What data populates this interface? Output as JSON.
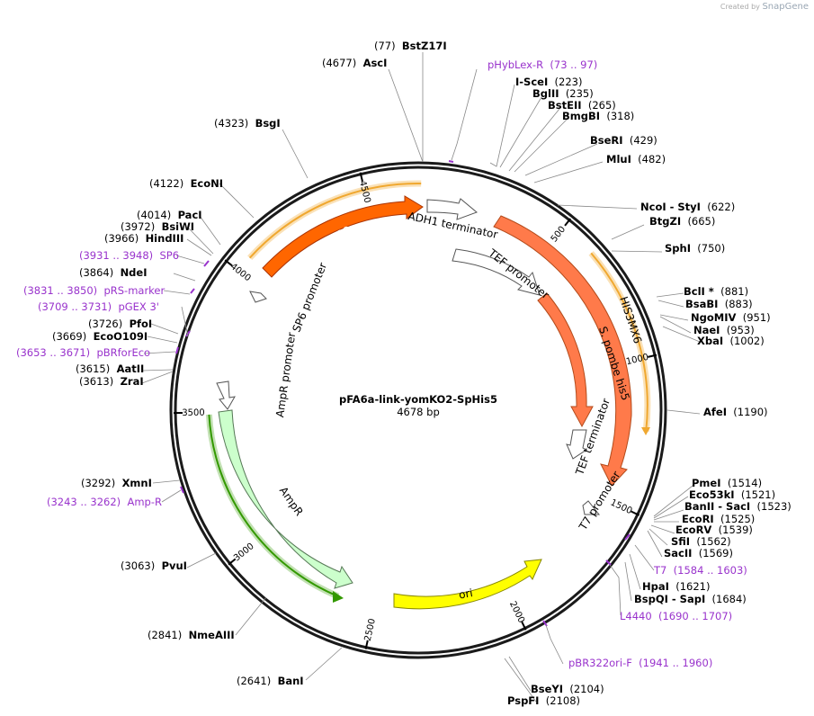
{
  "credit": {
    "prefix": "Created by",
    "brand": "SnapGene"
  },
  "plasmid": {
    "name": "pFA6a-link-yomKO2-SpHis5",
    "length_label": "4678 bp",
    "total": 4678
  },
  "colors": {
    "orange": "#ff6600",
    "salmon": "#ff7a4a",
    "lightgreen": "#ccffcc",
    "yellow": "#ffff00",
    "arrow_white": "#ffffff",
    "primer": "#9933cc",
    "orf_gold": "#f0a830",
    "orf_green": "#339900"
  },
  "ticks": [
    "500",
    "1000",
    "1500",
    "2000",
    "2500",
    "3000",
    "3500",
    "4000",
    "4500"
  ],
  "labels": [
    {
      "pos": "(77)",
      "name": "BstZ17I",
      "kind": "site"
    },
    {
      "pos": "(4677)",
      "name": "AscI",
      "kind": "site"
    },
    {
      "pos": "(73 .. 97)",
      "name": "pHybLex-R",
      "kind": "primer"
    },
    {
      "pos": "(223)",
      "name": "I-SceI",
      "kind": "site"
    },
    {
      "pos": "(235)",
      "name": "BglII",
      "kind": "site"
    },
    {
      "pos": "(265)",
      "name": "BstEII",
      "kind": "site"
    },
    {
      "pos": "(318)",
      "name": "BmgBI",
      "kind": "site"
    },
    {
      "pos": "(429)",
      "name": "BseRI",
      "kind": "site"
    },
    {
      "pos": "(482)",
      "name": "MluI",
      "kind": "site"
    },
    {
      "pos": "(622)",
      "name": "NcoI  - StyI",
      "kind": "site"
    },
    {
      "pos": "(665)",
      "name": "BtgZI",
      "kind": "site"
    },
    {
      "pos": "(750)",
      "name": "SphI",
      "kind": "site"
    },
    {
      "pos": "(881)",
      "name": "BclI *",
      "kind": "site"
    },
    {
      "pos": "(883)",
      "name": "BsaBI",
      "kind": "site"
    },
    {
      "pos": "(951)",
      "name": "NgoMIV",
      "kind": "site"
    },
    {
      "pos": "(953)",
      "name": "NaeI",
      "kind": "site"
    },
    {
      "pos": "(1002)",
      "name": "XbaI",
      "kind": "site"
    },
    {
      "pos": "(1190)",
      "name": "AfeI",
      "kind": "site"
    },
    {
      "pos": "(1514)",
      "name": "PmeI",
      "kind": "site"
    },
    {
      "pos": "(1521)",
      "name": "Eco53kI",
      "kind": "site"
    },
    {
      "pos": "(1523)",
      "name": "BanII  - SacI",
      "kind": "site"
    },
    {
      "pos": "(1525)",
      "name": "EcoRI",
      "kind": "site"
    },
    {
      "pos": "(1539)",
      "name": "EcoRV",
      "kind": "site"
    },
    {
      "pos": "(1562)",
      "name": "SfiI",
      "kind": "site"
    },
    {
      "pos": "(1569)",
      "name": "SacII",
      "kind": "site"
    },
    {
      "pos": "(1584 .. 1603)",
      "name": "T7",
      "kind": "primer"
    },
    {
      "pos": "(1621)",
      "name": "HpaI",
      "kind": "site"
    },
    {
      "pos": "(1684)",
      "name": "BspQI  - SapI",
      "kind": "site"
    },
    {
      "pos": "(1690 .. 1707)",
      "name": "L4440",
      "kind": "primer"
    },
    {
      "pos": "(1941 .. 1960)",
      "name": "pBR322ori-F",
      "kind": "primer"
    },
    {
      "pos": "(2104)",
      "name": "BseYI",
      "kind": "site"
    },
    {
      "pos": "(2108)",
      "name": "PspFI",
      "kind": "site"
    },
    {
      "pos": "(2641)",
      "name": "BanI",
      "kind": "site"
    },
    {
      "pos": "(2841)",
      "name": "NmeAIII",
      "kind": "site"
    },
    {
      "pos": "(3063)",
      "name": "PvuI",
      "kind": "site"
    },
    {
      "pos": "(3243 .. 3262)",
      "name": "Amp-R",
      "kind": "primer"
    },
    {
      "pos": "(3292)",
      "name": "XmnI",
      "kind": "site"
    },
    {
      "pos": "(3613)",
      "name": "ZraI",
      "kind": "site"
    },
    {
      "pos": "(3615)",
      "name": "AatII",
      "kind": "site"
    },
    {
      "pos": "(3653 .. 3671)",
      "name": "pBRforEco",
      "kind": "primer"
    },
    {
      "pos": "(3669)",
      "name": "EcoO109I",
      "kind": "site"
    },
    {
      "pos": "(3726)",
      "name": "PfoI",
      "kind": "site"
    },
    {
      "pos": "(3709 .. 3731)",
      "name": "pGEX 3'",
      "kind": "primer"
    },
    {
      "pos": "(3831 .. 3850)",
      "name": "pRS-marker",
      "kind": "primer"
    },
    {
      "pos": "(3864)",
      "name": "NdeI",
      "kind": "site"
    },
    {
      "pos": "(3931 .. 3948)",
      "name": "SP6",
      "kind": "primer"
    },
    {
      "pos": "(3966)",
      "name": "HindIII",
      "kind": "site"
    },
    {
      "pos": "(3972)",
      "name": "BsiWI",
      "kind": "site"
    },
    {
      "pos": "(4014)",
      "name": "PacI",
      "kind": "site"
    },
    {
      "pos": "(4122)",
      "name": "EcoNI",
      "kind": "site"
    },
    {
      "pos": "(4323)",
      "name": "BsgI",
      "kind": "site"
    }
  ],
  "features": [
    {
      "name": "mKO2",
      "color": "#ff6600"
    },
    {
      "name": "ADH1 terminator",
      "color": "#ffffff"
    },
    {
      "name": "HIS3MX6",
      "color": "#ff7a4a"
    },
    {
      "name": "TEF promoter",
      "color": "#ffffff"
    },
    {
      "name": "S. pombe his5",
      "color": "#ff7a4a"
    },
    {
      "name": "TEF terminator",
      "color": "#ffffff"
    },
    {
      "name": "T7 promoter",
      "color": "#ffffff"
    },
    {
      "name": "ori",
      "color": "#ffff00"
    },
    {
      "name": "AmpR",
      "color": "#ccffcc"
    },
    {
      "name": "AmpR promoter",
      "color": "#ffffff"
    },
    {
      "name": "SP6 promoter",
      "color": "#ffffff"
    }
  ]
}
